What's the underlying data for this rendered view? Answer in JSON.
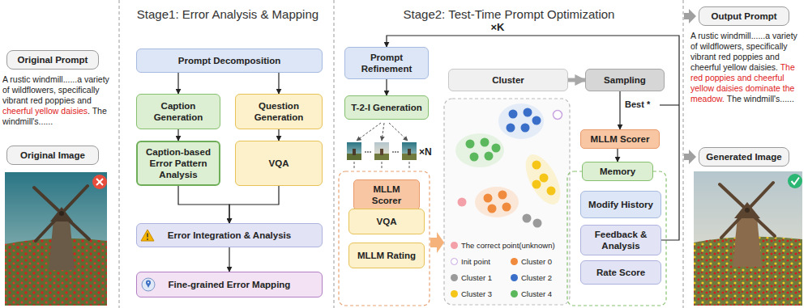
{
  "diagram": {
    "nodes": [
      {
        "text": [
          "Original Prompt"
        ]
      },
      {
        "text": [
          "Original Image"
        ]
      },
      {
        "text": [
          "Prompt Decomposition"
        ]
      },
      {
        "text": [
          "Caption Generation"
        ]
      },
      {
        "text": [
          "Question Generation"
        ]
      },
      {
        "text": [
          "Caption-based Error Pattern Analysis"
        ]
      },
      {
        "text": [
          "VQA"
        ]
      },
      {
        "text": [
          "Error Integration & Analysis"
        ]
      },
      {
        "text": [
          "Fine-grained Error Mapping"
        ]
      },
      {
        "text": [
          "Prompt Refinement"
        ]
      },
      {
        "text": [
          "T-2-I Generation"
        ]
      },
      {
        "text": [
          "MLLM Scorer"
        ]
      },
      {
        "text": [
          "VQA"
        ]
      },
      {
        "text": [
          "MLLM Rating"
        ]
      },
      {
        "text": [
          "Cluster"
        ]
      },
      {
        "text": [
          "Sampling"
        ]
      },
      {
        "text": [
          "MLLM Scorer"
        ]
      },
      {
        "text": [
          "Memory"
        ]
      },
      {
        "text": [
          "Modify History"
        ]
      },
      {
        "text": [
          "Feedback & Analysis"
        ]
      },
      {
        "text": [
          "Rate Score"
        ]
      },
      {
        "text": [
          "Output Prompt"
        ]
      },
      {
        "text": [
          "Generated Image"
        ]
      }
    ],
    "edges": [
      {
        "from": 2,
        "to": 3,
        "arrow": "to"
      },
      {
        "from": 2,
        "to": 4,
        "arrow": "to"
      },
      {
        "from": 3,
        "to": 5,
        "arrow": "to"
      },
      {
        "from": 4,
        "to": 6,
        "arrow": "to"
      },
      {
        "from": 5,
        "to": 7,
        "arrow": "to"
      },
      {
        "from": 6,
        "to": 7,
        "arrow": "to"
      },
      {
        "from": 7,
        "to": 8,
        "arrow": "to"
      },
      {
        "from": 9,
        "to": 10,
        "arrow": "to"
      },
      {
        "from": 14,
        "to": 15,
        "arrow": "to"
      },
      {
        "from": 15,
        "to": 16,
        "arrow": "to"
      },
      {
        "from": 16,
        "to": 17,
        "arrow": "to"
      },
      {
        "from": 19,
        "to": 9,
        "arrow": "to"
      }
    ],
    "labels": [
      "Stage1: Error Analysis & Mapping",
      "Stage2: Test-Time Prompt Optimization",
      "A rustic windmill......a variety of wildflowers, specifically vibrant red poppies and",
      "cheerful yellow daisies",
      ". The windmill's......",
      "×K",
      "×N",
      "Best *",
      "A rustic windmill......a variety of wildflowers, specifically vibrant red poppies and cheerful yellow daisies.",
      "The red poppies and cheerful yellow daisies dominate the meadow.",
      "The windmill's......"
    ],
    "legend": [
      {
        "text": "The correct point(unknown)",
        "color": "#f4a0a8"
      },
      {
        "text": "Init point"
      },
      {
        "text": "Cluster 0",
        "color": "#f08a3c"
      },
      {
        "text": "Cluster 1",
        "color": "#9a9a9a"
      },
      {
        "text": "Cluster 2",
        "color": "#3a6fc9"
      },
      {
        "text": "Cluster 3",
        "color": "#f5c518"
      },
      {
        "text": "Cluster 4",
        "color": "#5cb85c"
      }
    ]
  }
}
